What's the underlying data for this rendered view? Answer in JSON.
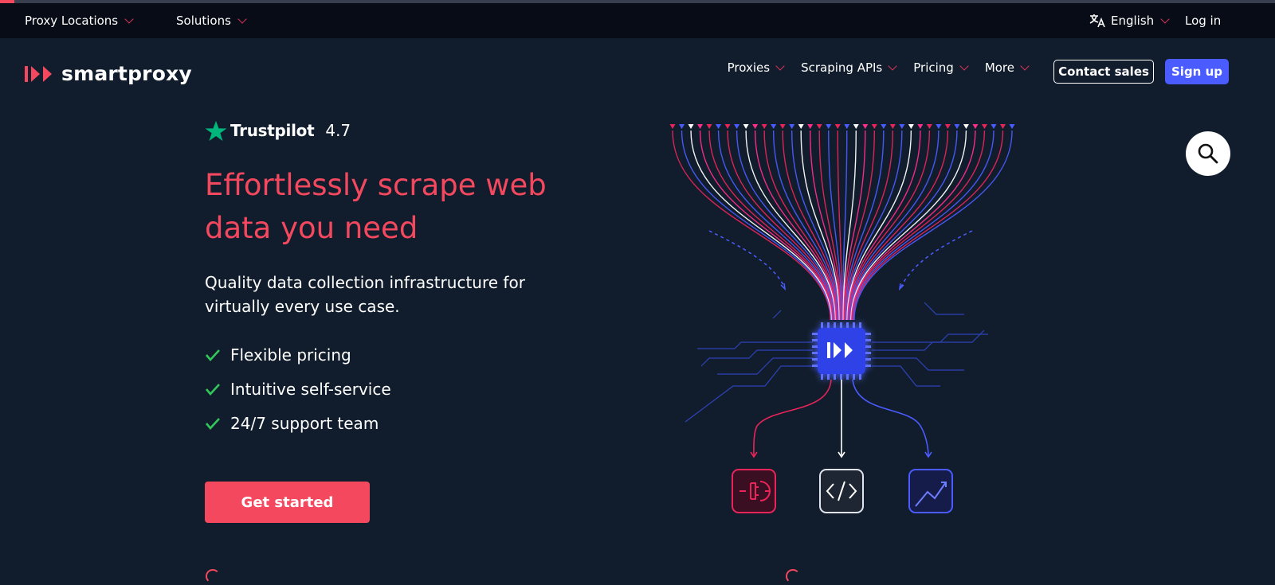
{
  "topbar": {
    "proxy_locations": "Proxy Locations",
    "solutions": "Solutions",
    "language": "English",
    "login": "Log in"
  },
  "brand": {
    "name": "smartproxy",
    "accent": "#f4485f",
    "primary": "#4a5cff"
  },
  "nav": {
    "items": [
      "Proxies",
      "Scraping APIs",
      "Pricing",
      "More"
    ],
    "contact_sales": "Contact sales",
    "sign_up": "Sign up"
  },
  "hero": {
    "trustpilot_label": "Trustpilot",
    "trustpilot_score": "4.7",
    "title": "Effortlessly scrape web data you need",
    "subtitle": "Quality data collection infrastructure for virtually every use case.",
    "features": [
      "Flexible pricing",
      "Intuitive self-service",
      "24/7 support team"
    ],
    "cta": "Get started"
  },
  "icons": {
    "language": "translate-icon",
    "search": "search-icon",
    "check": "check-icon",
    "star": "star-icon",
    "outputs": [
      "plug-icon",
      "code-icon",
      "chart-icon"
    ]
  }
}
